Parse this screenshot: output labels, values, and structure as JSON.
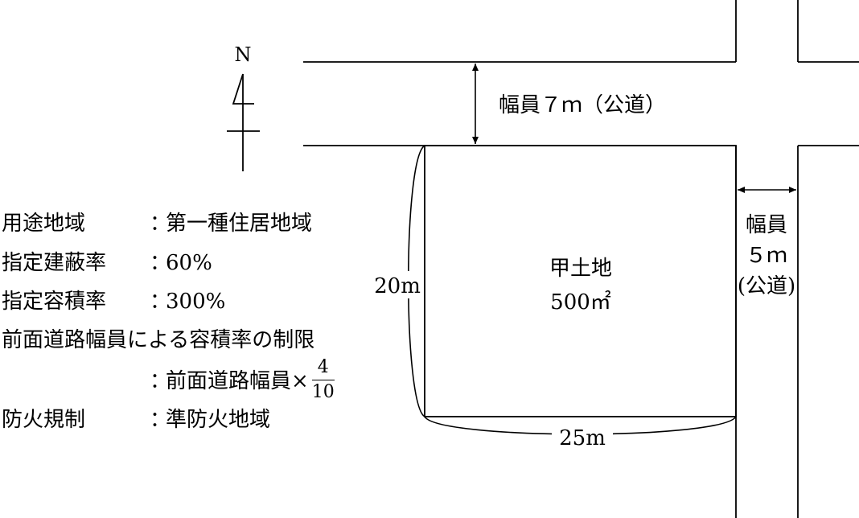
{
  "north_label": "N",
  "roads": {
    "north": {
      "label": "幅員７ｍ（公道）"
    },
    "east": {
      "label_line1": "幅員",
      "label_line2": "５ｍ",
      "label_line3": "(公道)"
    }
  },
  "lot": {
    "name": "甲土地",
    "area": "500㎡",
    "depth": "20m",
    "frontage": "25m"
  },
  "conditions": [
    {
      "label": "用途地域",
      "colon": "：",
      "value": "第一種住居地域"
    },
    {
      "label": "指定建蔽率",
      "colon": "：",
      "value": "60%"
    },
    {
      "label": "指定容積率",
      "colon": "：",
      "value": "300%"
    },
    {
      "label": "前面道路幅員による容積率の制限",
      "colon": "",
      "value": ""
    },
    {
      "label": "",
      "colon": "：",
      "value": "前面道路幅員×",
      "fraction": {
        "numerator": "4",
        "denominator": "10"
      }
    },
    {
      "label": "防火規制",
      "colon": "：",
      "value": "準防火地域"
    }
  ]
}
